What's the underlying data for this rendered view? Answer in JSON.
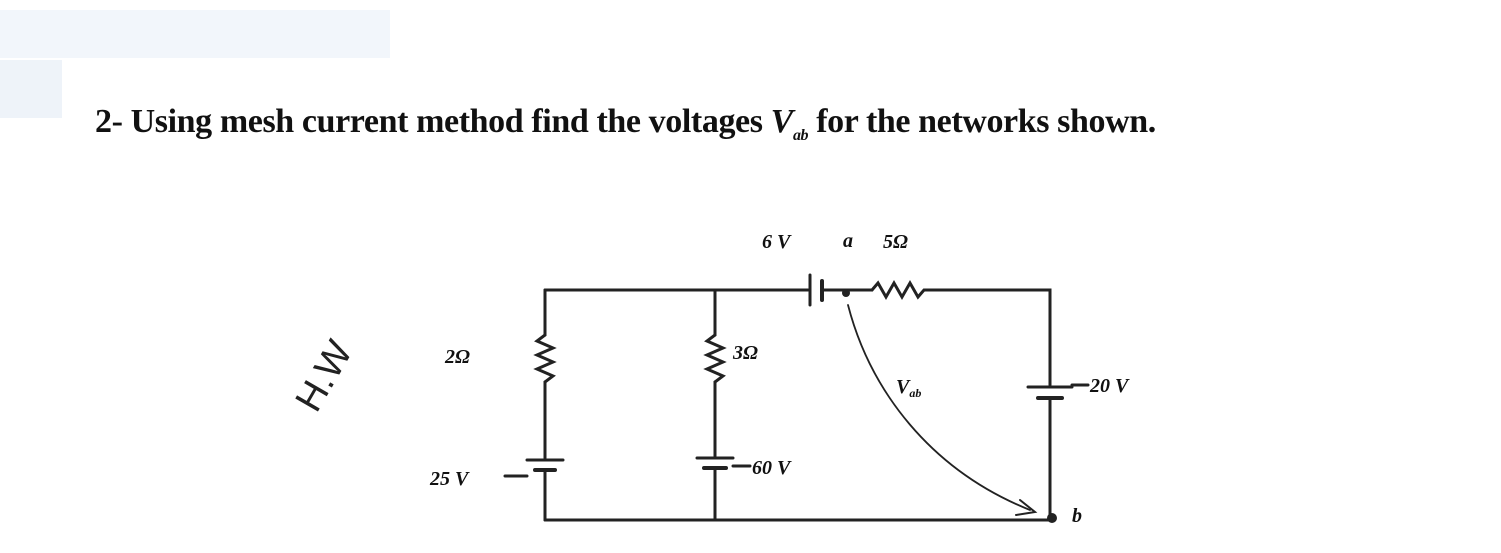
{
  "question": {
    "prefix": "2- Using mesh current method  find the voltages ",
    "var_main": "V",
    "var_sub": "ab",
    "suffix": " for the networks shown."
  },
  "annotation": {
    "handwritten": "H.W"
  },
  "circuit": {
    "labels": {
      "src_top": "6 V",
      "node_a": "a",
      "res_top": "5Ω",
      "res_left": "2Ω",
      "res_mid": "3Ω",
      "vab_main": "V",
      "vab_sub": "ab",
      "src_right": "20 V",
      "src_left": "25 V",
      "src_mid": "60 V",
      "node_b": "b"
    }
  }
}
